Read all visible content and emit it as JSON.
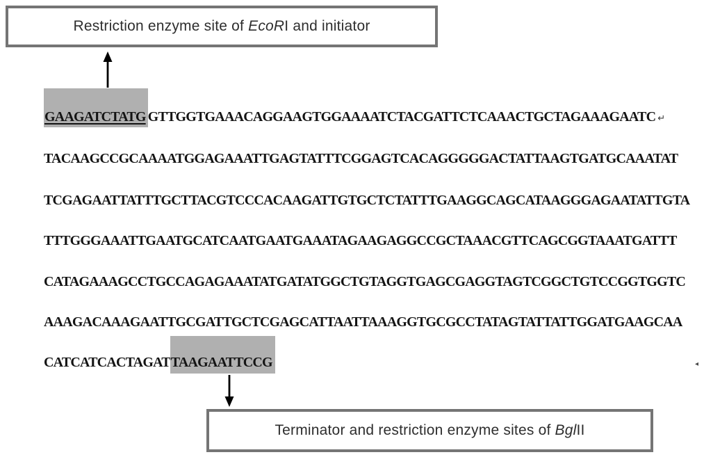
{
  "colors": {
    "highlight_gray": "#b0b0b0",
    "box_border_gray": "#757575",
    "sequence_text": "#141414",
    "label_text": "#2e2e2e"
  },
  "top_label": {
    "prefix": "Restriction enzyme site of ",
    "italic": "EcoR",
    "suffix": "I and initiator"
  },
  "bottom_label": {
    "prefix": "Terminator and restriction enzyme sites of ",
    "italic": "Bgl",
    "suffix": "II"
  },
  "sequence": {
    "line1": {
      "highlighted": "GAAGATCTATG",
      "rest": "GTTGGTGAAACAGGAAGTGGAAAATCTACGATTCTCAAACTGCTAGAAAGAATC",
      "return_mark": "↵"
    },
    "middle_lines": [
      "TACAAGCCGCAAAATGGAGAAATTGAGTATTTCGGAGTCACAGGGGGACTATTAAGTGATGCAAATAT",
      "TCGAGAATTATTTGCTTACGTCCCACAAGATTGTGCTCTATTTGAAGGCAGCATAAGGGAGAATATTGTA",
      "TTTGGGAAATTGAATGCATCAATGAATGAAATAGAAGAGGCCGCTAAACGTTCAGCGGTAAATGATTT",
      "CATAGAAAGCCTGCCAGAGAAATATGATATGGCTGTAGGTGAGCGAGGTAGTCGGCTGTCCGGTGGTC",
      "AAAGACAAAGAATTGCGATTGCTCGAGCATTAATTAAAGGTGCGCCTATAGTATTATTGGATGAAGCAA"
    ],
    "line7": {
      "pre": "CATCATCACTAGAT",
      "highlighted": "TAAGAATTCCG"
    },
    "end_mark": "◂"
  }
}
